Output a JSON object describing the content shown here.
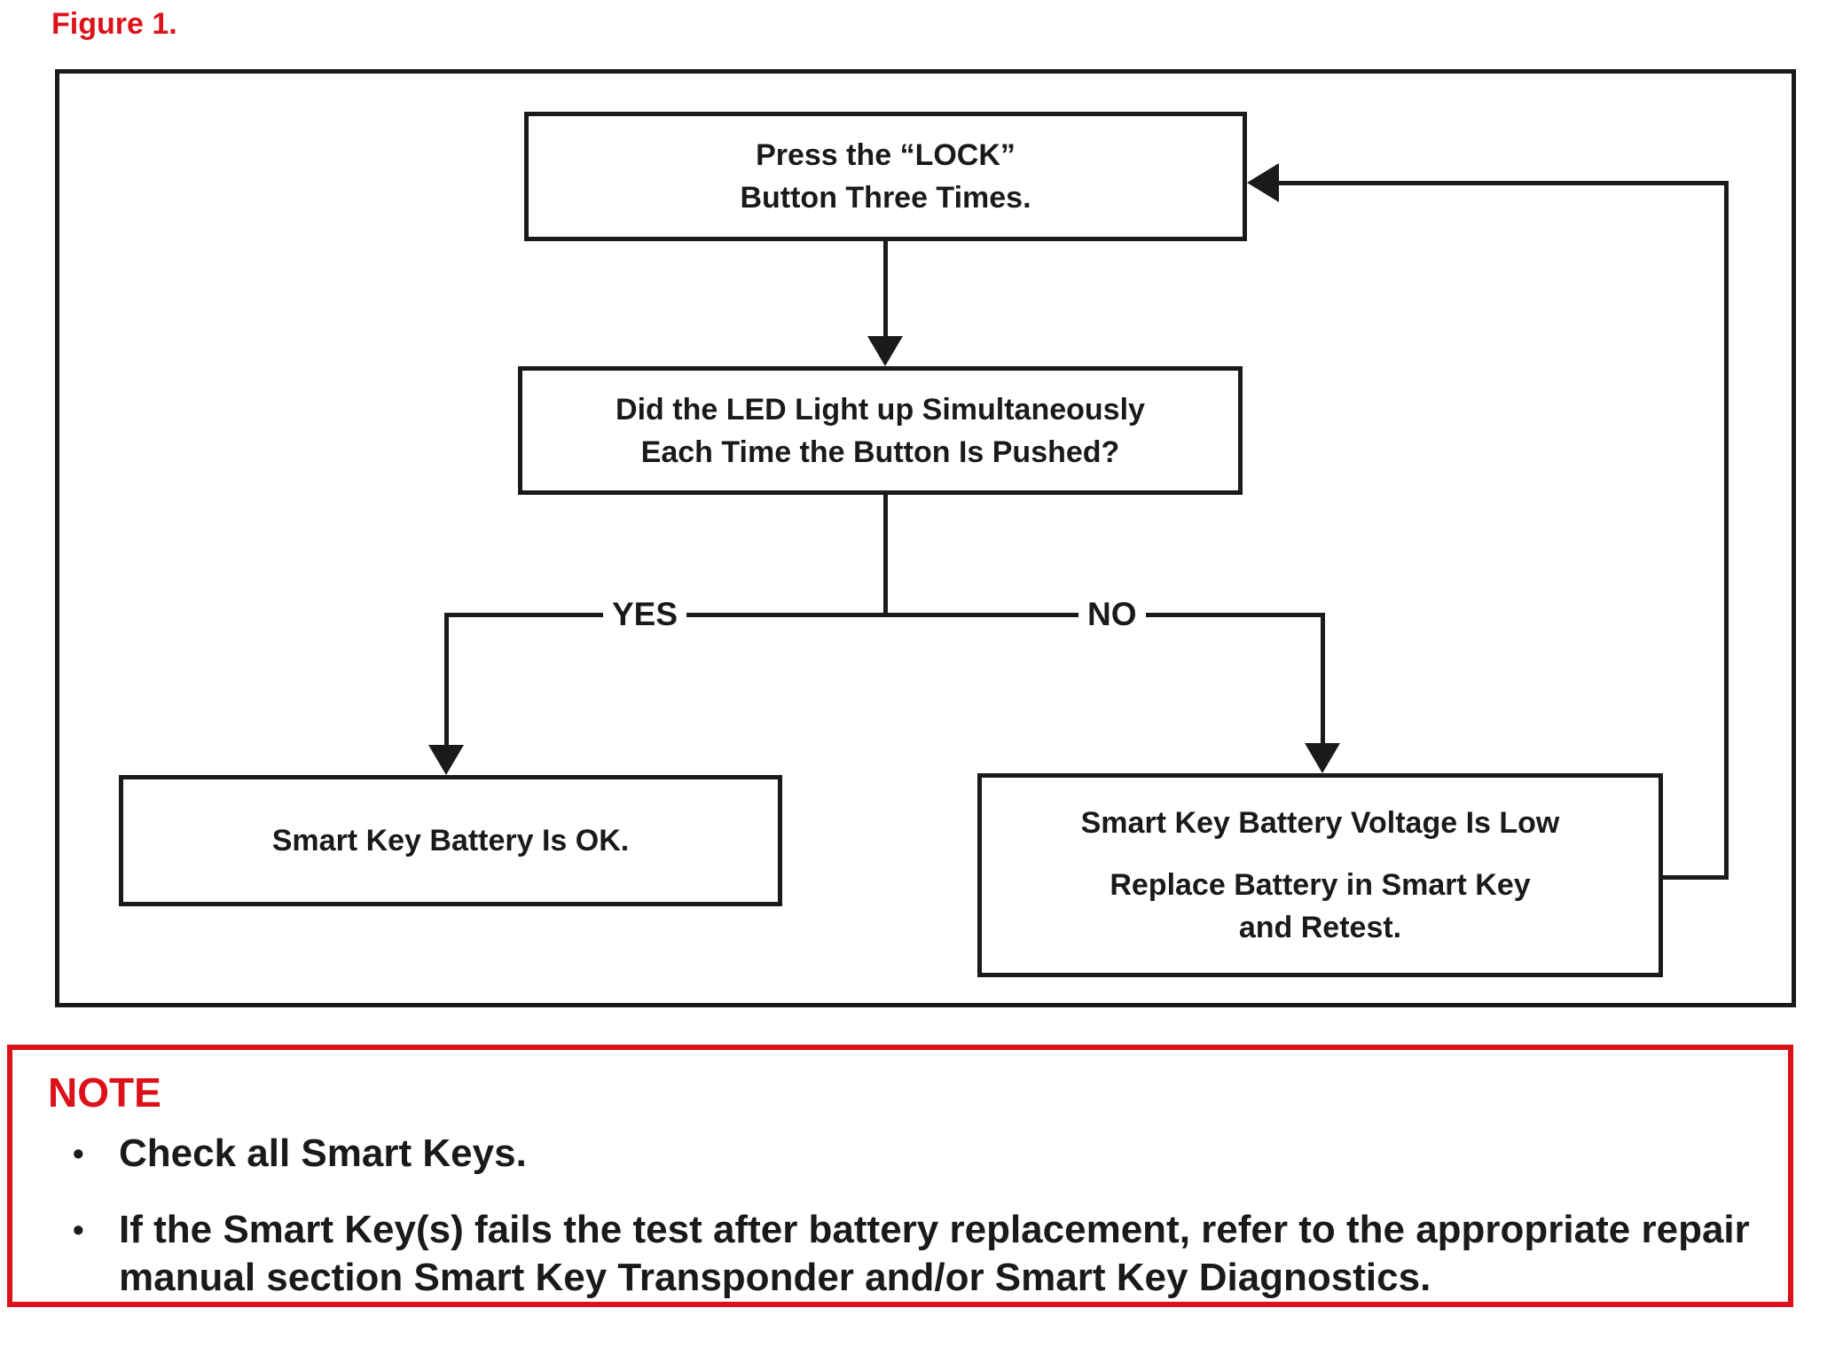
{
  "figure_label": "Figure 1.",
  "colors": {
    "accent_red": "#dd1119",
    "diagram_black": "#1a1a1a",
    "background": "#ffffff"
  },
  "flowchart": {
    "step1": "Press the “LOCK”\nButton Three Times.",
    "question": "Did the LED Light up Simultaneously\nEach Time the Button Is Pushed?",
    "yes_label": "YES",
    "no_label": "NO",
    "yes_result": "Smart Key Battery Is OK.",
    "no_result_line1": "Smart Key Battery Voltage Is Low",
    "no_result_line2": "Replace Battery in Smart Key\nand Retest."
  },
  "note": {
    "title": "NOTE",
    "bullets": [
      "Check all Smart Keys.",
      "If the Smart Key(s) fails the test after battery replacement, refer to the appropriate repair\nmanual section Smart Key Transponder and/or Smart Key Diagnostics."
    ]
  }
}
